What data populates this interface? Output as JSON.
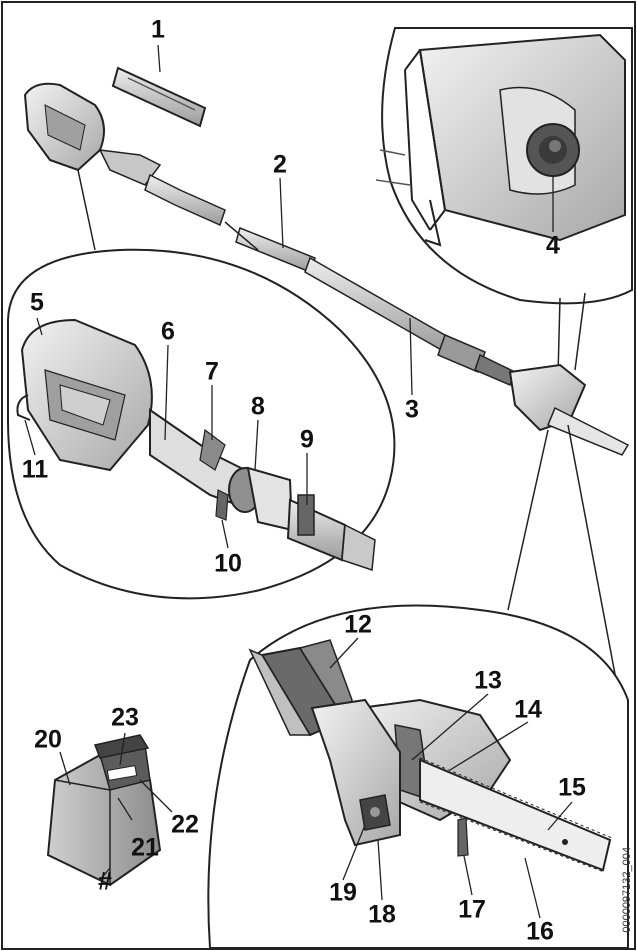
{
  "labels": {
    "n1": "1",
    "n2": "2",
    "n3": "3",
    "n4": "4",
    "n5": "5",
    "n6": "6",
    "n7": "7",
    "n8": "8",
    "n9": "9",
    "n10": "10",
    "n11": "11",
    "n12": "12",
    "n13": "13",
    "n14": "14",
    "n15": "15",
    "n16": "16",
    "n17": "17",
    "n18": "18",
    "n19": "19",
    "n20": "20",
    "n21": "21",
    "n22": "22",
    "n23": "23",
    "hash": "#"
  },
  "doc_id": "0000097132_004",
  "colors": {
    "outline": "#222222",
    "body": "#d9d9d9",
    "body_dark": "#9a9a9a",
    "shaft": "#c8c8c8",
    "knob": "#555555",
    "grip": "#666666"
  }
}
